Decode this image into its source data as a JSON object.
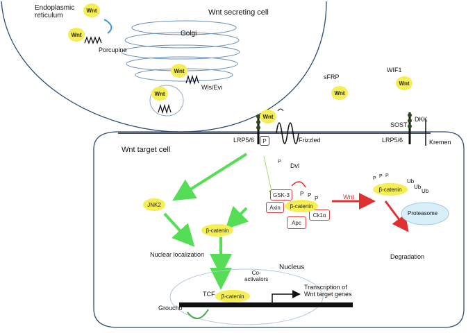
{
  "secreting_cell": {
    "title": "Wnt secreting cell",
    "er_label": "Endoplasmic\nreticulum",
    "golgi_label": "Golgi",
    "porcupine_label": "Porcupine",
    "wls_label": "Wls/Evi"
  },
  "target_cell": {
    "title": "Wnt target cell",
    "nucleus_label": "Nucleus",
    "nuclear_localization_label": "Nuclear localization",
    "degradation_label": "Degradation",
    "transcription_label": "Transcription of\nWnt target genes",
    "coactivators_label": "Co-\nactivators",
    "groucho_label": "Groucho",
    "tcf_label": "TCF"
  },
  "molecules": {
    "wnt": "Wnt",
    "beta_catenin": "β-catenin",
    "gsk3": "GSK-3",
    "axin": "Axin",
    "apc": "Apc",
    "ck1a": "Ck1α",
    "dvl": "Dvl",
    "jnk2": "JNK2",
    "proteasome": "Proteasome",
    "p": "P",
    "ub": "Ub"
  },
  "receptors": {
    "lrp_left": "LRP5/6",
    "lrp_right": "LRP5/6",
    "frizzled": "Frizzled",
    "kremen": "Kremen"
  },
  "inhibitors": {
    "sfrp": "sFRP",
    "wif1": "WIF1",
    "sost": "SOST",
    "dkk": "DKK"
  },
  "arrow_label": "Wnt",
  "colors": {
    "membrane": "#2b4a6f",
    "yellow": "#f5ee55",
    "green_arrow": "#55dd55",
    "red_arrow": "#e03030",
    "box_border": "#d04040"
  }
}
